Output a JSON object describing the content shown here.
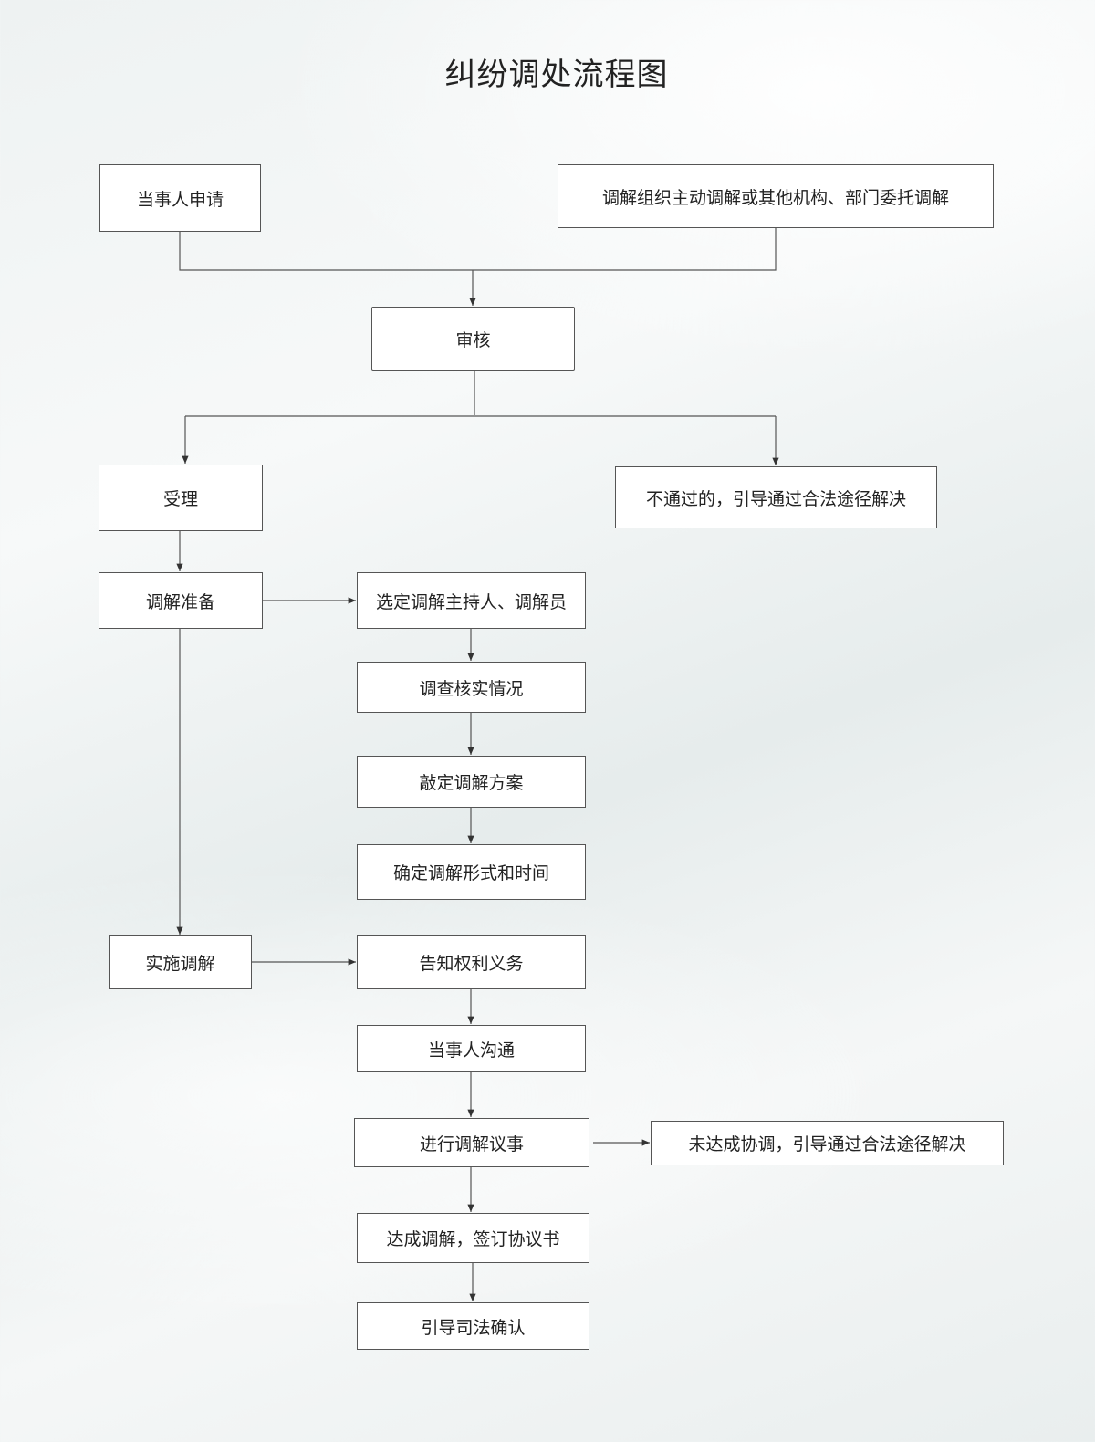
{
  "title": "纠纷调处流程图",
  "nodes": {
    "applicant": "当事人申请",
    "organization": "调解组织主动调解或其他机构、部门委托调解",
    "review": "审核",
    "accept": "受理",
    "reject": "不通过的，引导通过合法途径解决",
    "prepare": "调解准备",
    "select_mediator": "选定调解主持人、调解员",
    "investigate": "调查核实情况",
    "plan": "敲定调解方案",
    "form_time": "确定调解形式和时间",
    "implement": "实施调解",
    "inform_rights": "告知权利义务",
    "communicate": "当事人沟通",
    "negotiate": "进行调解议事",
    "fail": "未达成协调，引导通过合法途径解决",
    "agreement": "达成调解，签订协议书",
    "judicial_confirm": "引导司法确认"
  }
}
